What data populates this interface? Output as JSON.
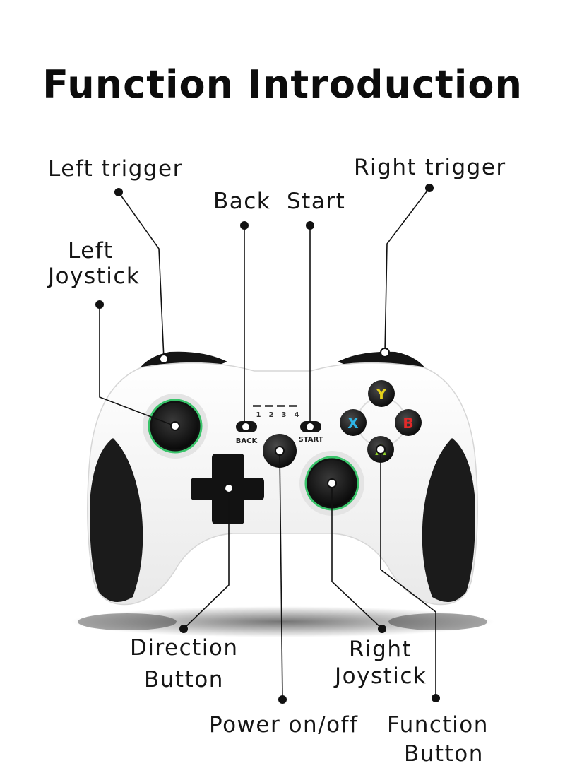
{
  "title": "Function Introduction",
  "labels": {
    "left_trigger": "Left trigger",
    "right_trigger": "Right trigger",
    "back": "Back",
    "start": "Start",
    "left_joystick_1": "Left",
    "left_joystick_2": "Joystick",
    "direction_1": "Direction",
    "direction_2": "Button",
    "power": "Power on/off",
    "right_joystick_1": "Right",
    "right_joystick_2": "Joystick",
    "function_1": "Function",
    "function_2": "Button"
  },
  "controller": {
    "back_text": "BACK",
    "start_text": "START",
    "player_leds": [
      "1",
      "2",
      "3",
      "4"
    ],
    "face_buttons": {
      "y": "Y",
      "x": "X",
      "b": "B",
      "a": "A"
    },
    "colors": {
      "y": "#e6d21a",
      "x": "#2fb5e6",
      "b": "#e22a2a",
      "a": "#8fd22a",
      "joystick_ring": "#39c46a"
    }
  }
}
